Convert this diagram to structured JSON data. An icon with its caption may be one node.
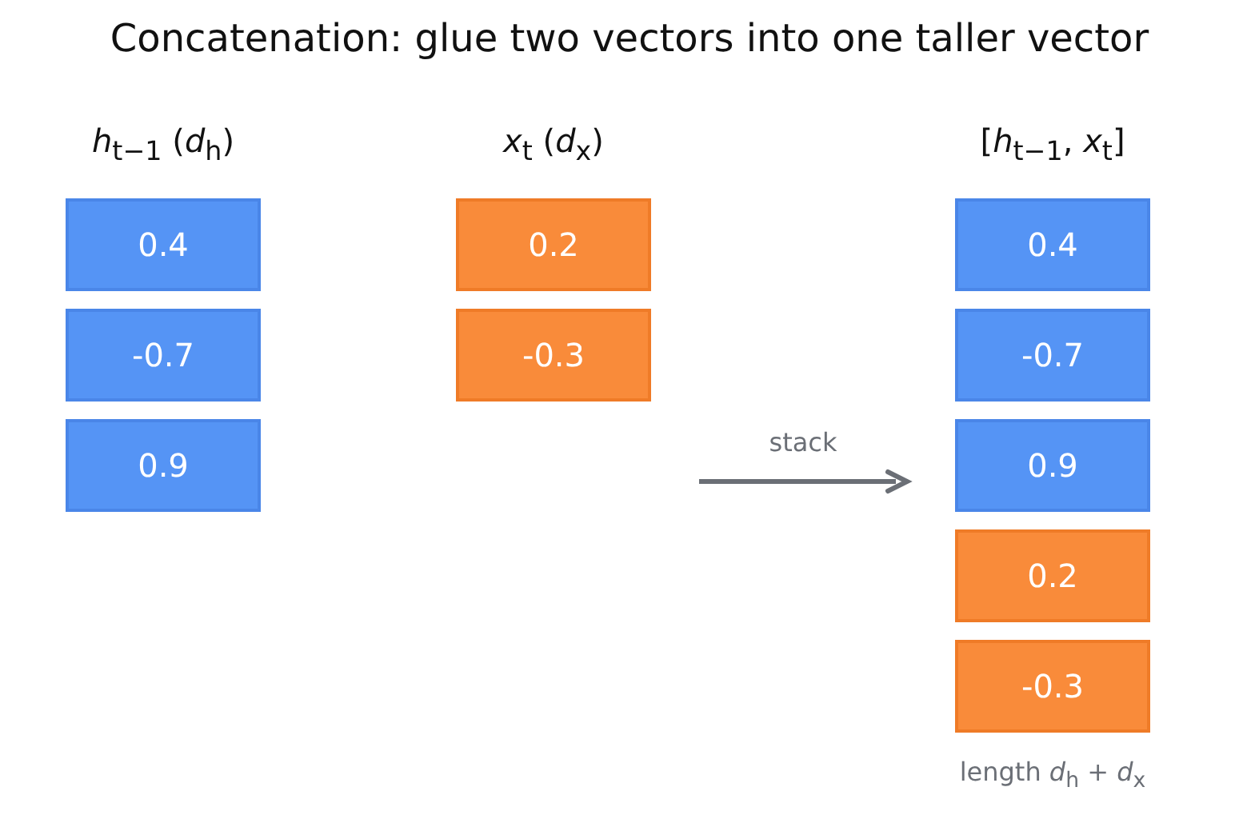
{
  "diagram": {
    "title": "Concatenation: glue two vectors into one taller vector",
    "nodes": [
      {
        "text": [
          "0.4"
        ]
      },
      {
        "text": [
          "-0.7"
        ]
      },
      {
        "text": [
          "0.9"
        ]
      },
      {
        "text": [
          "0.2"
        ]
      },
      {
        "text": [
          "-0.3"
        ]
      },
      {
        "text": [
          "0.4"
        ]
      },
      {
        "text": [
          "-0.7"
        ]
      },
      {
        "text": [
          "0.9"
        ]
      },
      {
        "text": [
          "0.2"
        ]
      },
      {
        "text": [
          "-0.3"
        ]
      }
    ],
    "labels": [
      "*h*$_{t−1}$  (*d*$_{h}$)",
      "*x*$_{t}$  (*d*$_{x}$)",
      "[*h*$_{t−1}$, *x*$_{t}$]",
      "stack",
      "length *d*$_{h}$ + *d*$_{x}$"
    ]
  }
}
